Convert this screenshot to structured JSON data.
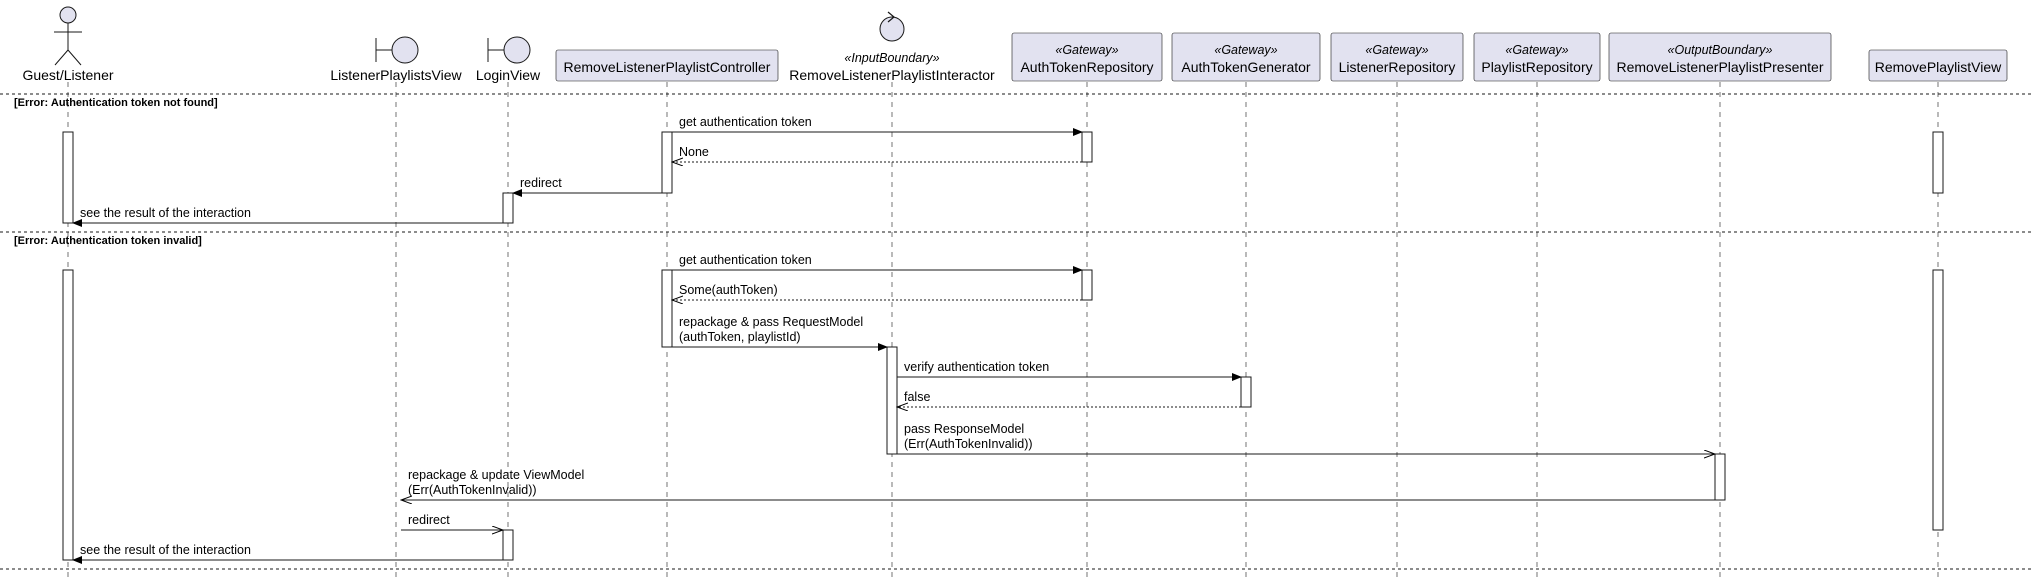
{
  "participants": [
    {
      "id": "guest",
      "kind": "actor",
      "label": "Guest/Listener",
      "stereotype": ""
    },
    {
      "id": "lpv",
      "kind": "boundary",
      "label": "ListenerPlaylistsView",
      "stereotype": ""
    },
    {
      "id": "login",
      "kind": "boundary",
      "label": "LoginView",
      "stereotype": ""
    },
    {
      "id": "rlpc",
      "kind": "box",
      "label": "RemoveListenerPlaylistController",
      "stereotype": ""
    },
    {
      "id": "rlpi",
      "kind": "control",
      "label": "RemoveListenerPlaylistInteractor",
      "stereotype": "«InputBoundary»"
    },
    {
      "id": "atr",
      "kind": "box",
      "label": "AuthTokenRepository",
      "stereotype": "«Gateway»"
    },
    {
      "id": "atg",
      "kind": "box",
      "label": "AuthTokenGenerator",
      "stereotype": "«Gateway»"
    },
    {
      "id": "lr",
      "kind": "box",
      "label": "ListenerRepository",
      "stereotype": "«Gateway»"
    },
    {
      "id": "pr",
      "kind": "box",
      "label": "PlaylistRepository",
      "stereotype": "«Gateway»"
    },
    {
      "id": "rlpp",
      "kind": "box",
      "label": "RemoveListenerPlaylistPresenter",
      "stereotype": "«OutputBoundary»"
    },
    {
      "id": "rpv",
      "kind": "box",
      "label": "RemovePlaylistView",
      "stereotype": ""
    }
  ],
  "sections": [
    {
      "label": "[Error: Authentication token not found]"
    },
    {
      "label": "[Error: Authentication token invalid]"
    }
  ],
  "messages": [
    {
      "section": 0,
      "from": "rlpc",
      "to": "atr",
      "style": "sync",
      "lines": [
        "get authentication token"
      ]
    },
    {
      "section": 0,
      "from": "atr",
      "to": "rlpc",
      "style": "return",
      "lines": [
        "None"
      ]
    },
    {
      "section": 0,
      "from": "rlpc",
      "to": "login",
      "style": "sync",
      "lines": [
        "redirect"
      ]
    },
    {
      "section": 0,
      "from": "login",
      "to": "guest",
      "style": "sync",
      "lines": [
        "see the result of the interaction"
      ]
    },
    {
      "section": 1,
      "from": "rlpc",
      "to": "atr",
      "style": "sync",
      "lines": [
        "get authentication token"
      ]
    },
    {
      "section": 1,
      "from": "atr",
      "to": "rlpc",
      "style": "return",
      "lines": [
        "Some(authToken)"
      ]
    },
    {
      "section": 1,
      "from": "rlpc",
      "to": "rlpi",
      "style": "sync",
      "lines": [
        "repackage & pass RequestModel",
        "(authToken, playlistId)"
      ]
    },
    {
      "section": 1,
      "from": "rlpi",
      "to": "atg",
      "style": "sync",
      "lines": [
        "verify authentication token"
      ]
    },
    {
      "section": 1,
      "from": "atg",
      "to": "rlpi",
      "style": "return",
      "lines": [
        "false"
      ]
    },
    {
      "section": 1,
      "from": "rlpi",
      "to": "rlpp",
      "style": "async",
      "lines": [
        "pass ResponseModel",
        "(Err(AuthTokenInvalid))"
      ]
    },
    {
      "section": 1,
      "from": "rlpp",
      "to": "lpv",
      "style": "async",
      "lines": [
        "repackage & update ViewModel",
        "(Err(AuthTokenInvalid))"
      ]
    },
    {
      "section": 1,
      "from": "lpv",
      "to": "login",
      "style": "async",
      "lines": [
        "redirect"
      ]
    },
    {
      "section": 1,
      "from": "login",
      "to": "guest",
      "style": "sync",
      "lines": [
        "see the result of the interaction"
      ]
    }
  ]
}
